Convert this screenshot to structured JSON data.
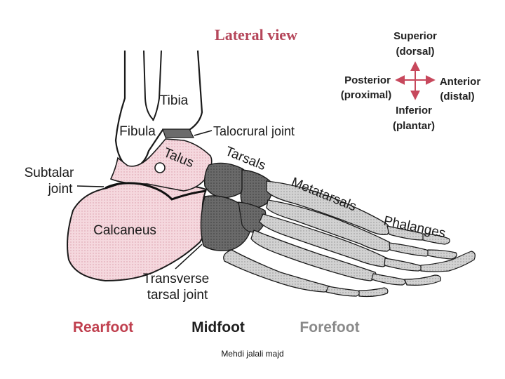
{
  "title": "Lateral view",
  "labels": {
    "tibia": "Tibia",
    "fibula": "Fibula",
    "talocrural_joint": "Talocrural joint",
    "talus": "Talus",
    "tarsals": "Tarsals",
    "subtalar_joint_line1": "Subtalar",
    "subtalar_joint_line2": "joint",
    "metatarsals": "Metatarsals",
    "phalanges": "Phalanges",
    "calcaneus": "Calcaneus",
    "transverse_tarsal_line1": "Transverse",
    "transverse_tarsal_line2": "tarsal joint"
  },
  "compass": {
    "superior": "Superior",
    "superior_sub": "(dorsal)",
    "inferior": "Inferior",
    "inferior_sub": "(plantar)",
    "posterior": "Posterior",
    "posterior_sub": "(proximal)",
    "anterior": "Anterior",
    "anterior_sub": "(distal)"
  },
  "regions": {
    "rearfoot": "Rearfoot",
    "midfoot": "Midfoot",
    "forefoot": "Forefoot"
  },
  "credit": "Mehdi jalali majd",
  "colors": {
    "rearfoot": "#c0404f",
    "midfoot": "#1f1f1f",
    "forefoot": "#8a8a8a",
    "title": "#b5465a",
    "rear_fill": "#f2cfd6",
    "mid_fill": "#666666",
    "fore_fill": "#c8c8c8",
    "arrow": "#c7485c"
  }
}
